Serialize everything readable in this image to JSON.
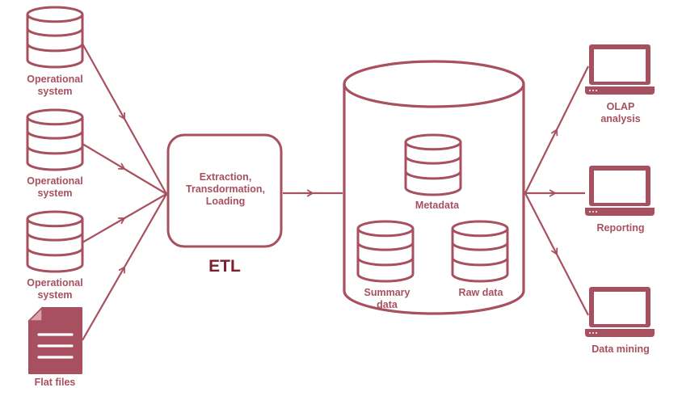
{
  "colors": {
    "stroke": "#A8505F",
    "etl_title": "#7E1F30",
    "background": "#FFFFFF"
  },
  "sources": [
    {
      "label": "Operational\nsystem",
      "icon": "database-icon"
    },
    {
      "label": "Operational\nsystem",
      "icon": "database-icon"
    },
    {
      "label": "Operational\nsystem",
      "icon": "database-icon"
    },
    {
      "label": "Flat files",
      "icon": "document-icon"
    }
  ],
  "etl": {
    "box_text": "Extraction,\nTransdormation,\nLoading",
    "title": "ETL"
  },
  "warehouse": {
    "icon": "warehouse-cylinder-icon",
    "metadata_label": "Metadata",
    "summary_label": "Summary\ndata",
    "raw_label": "Raw data"
  },
  "outputs": [
    {
      "label": "OLAP\nanalysis",
      "icon": "laptop-icon"
    },
    {
      "label": "Reporting",
      "icon": "laptop-icon"
    },
    {
      "label": "Data mining",
      "icon": "laptop-icon"
    }
  ]
}
